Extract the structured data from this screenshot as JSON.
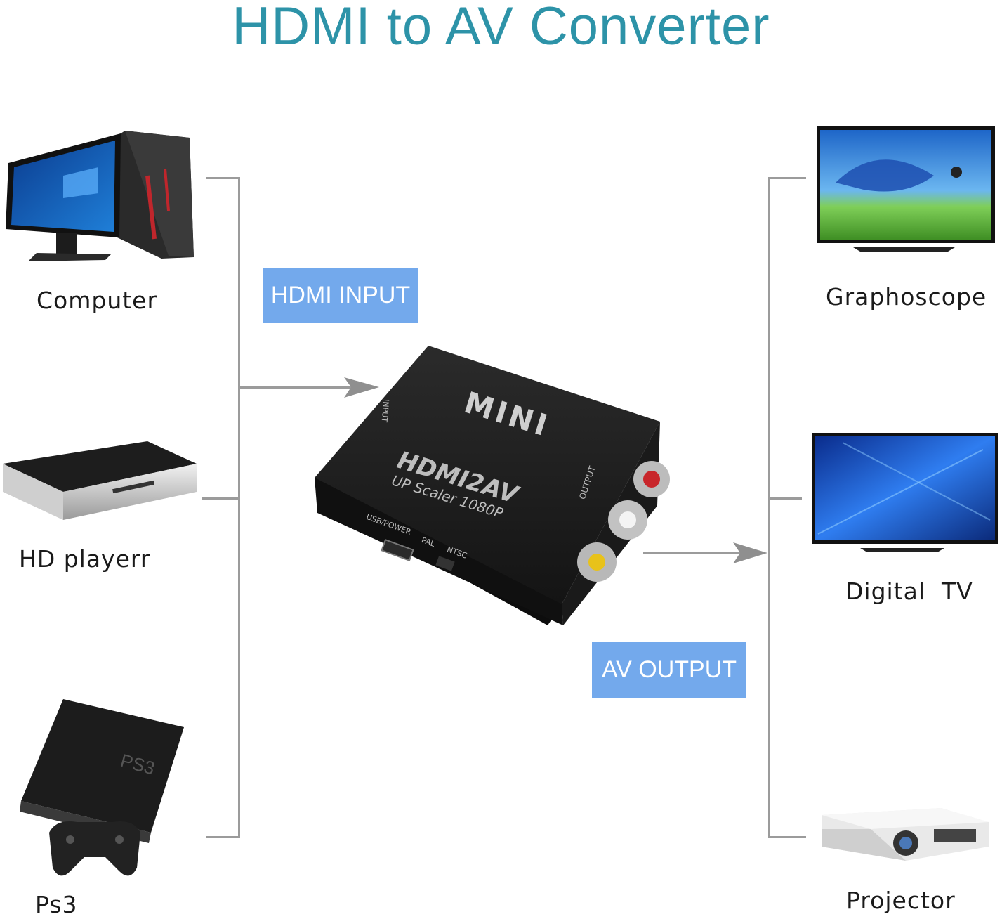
{
  "title": "HDMI to AV Converter",
  "input_devices": [
    {
      "label": "Computer",
      "icon": "computer-icon"
    },
    {
      "label": "HD playerr",
      "icon": "hd-player-icon"
    },
    {
      "label": "Ps3",
      "icon": "ps3-icon"
    }
  ],
  "output_devices": [
    {
      "label": "Graphoscope",
      "icon": "tv-icon"
    },
    {
      "label": "Digital  TV",
      "icon": "digital-tv-icon"
    },
    {
      "label": "Projector",
      "icon": "projector-icon"
    }
  ],
  "tags": {
    "input": "HDMI INPUT",
    "output": "AV OUTPUT"
  },
  "device": {
    "brand": "MINI",
    "model": "HDMI2AV",
    "subtitle": "UP Scaler 1080P",
    "port_input": "INPUT",
    "port_output": "OUTPUT",
    "port_usb": "USB/POWER",
    "switch_pal": "PAL",
    "switch_ntsc": "NTSC"
  },
  "colors": {
    "title": "#2d93a8",
    "tag_bg": "#73a9ec",
    "line": "#9b9b9b"
  }
}
